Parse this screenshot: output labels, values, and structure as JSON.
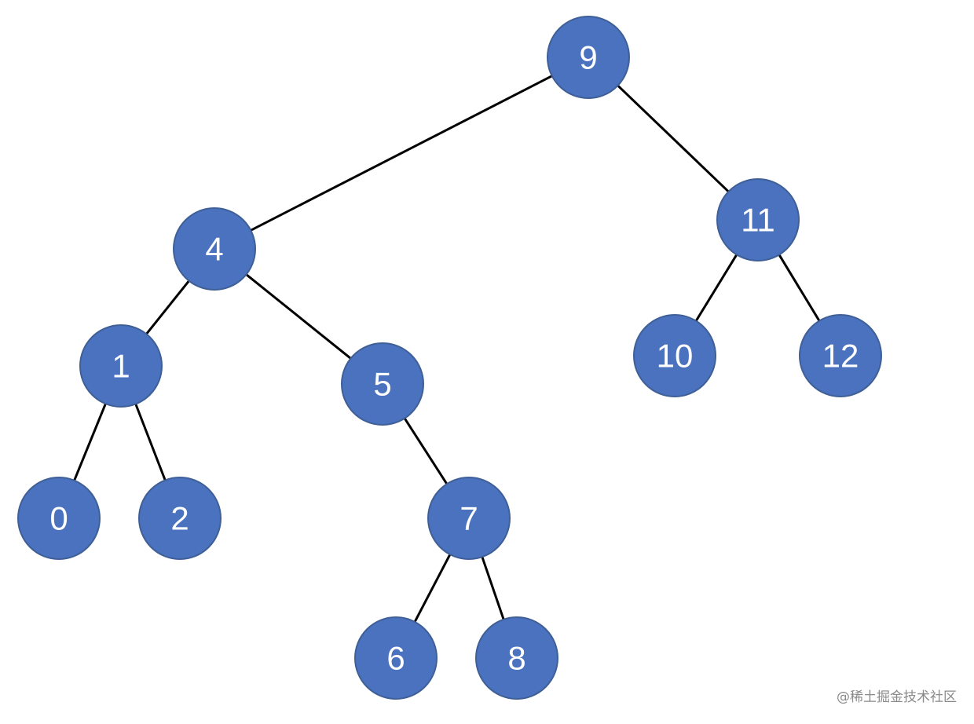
{
  "node_color": "#4a72bf",
  "edge_color": "#000000",
  "nodes": [
    {
      "id": "n9",
      "label": "9"
    },
    {
      "id": "n4",
      "label": "4"
    },
    {
      "id": "n11",
      "label": "11"
    },
    {
      "id": "n1",
      "label": "1"
    },
    {
      "id": "n5",
      "label": "5"
    },
    {
      "id": "n10",
      "label": "10"
    },
    {
      "id": "n12",
      "label": "12"
    },
    {
      "id": "n0",
      "label": "0"
    },
    {
      "id": "n2",
      "label": "2"
    },
    {
      "id": "n7",
      "label": "7"
    },
    {
      "id": "n6",
      "label": "6"
    },
    {
      "id": "n8",
      "label": "8"
    }
  ],
  "edges": [
    {
      "from": "n9",
      "to": "n4"
    },
    {
      "from": "n9",
      "to": "n11"
    },
    {
      "from": "n4",
      "to": "n1"
    },
    {
      "from": "n4",
      "to": "n5"
    },
    {
      "from": "n11",
      "to": "n10"
    },
    {
      "from": "n11",
      "to": "n12"
    },
    {
      "from": "n1",
      "to": "n0"
    },
    {
      "from": "n1",
      "to": "n2"
    },
    {
      "from": "n5",
      "to": "n7"
    },
    {
      "from": "n7",
      "to": "n6"
    },
    {
      "from": "n7",
      "to": "n8"
    }
  ],
  "watermark": "@稀土掘金技术社区"
}
